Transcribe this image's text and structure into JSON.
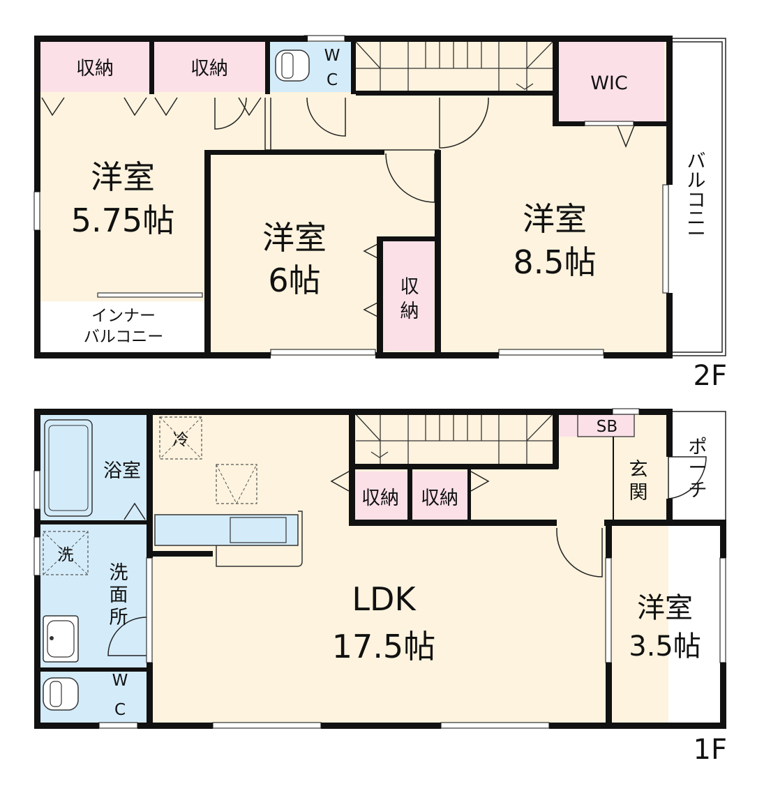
{
  "floor2": {
    "label": "2F",
    "rooms": {
      "storage_left": "収納",
      "storage_mid": "収納",
      "wc_w": "W",
      "wc_c": "C",
      "wic": "WIC",
      "room_575_name": "洋室",
      "room_575_size": "5.75帖",
      "room_6_name": "洋室",
      "room_6_size": "6帖",
      "room_85_name": "洋室",
      "room_85_size": "8.5帖",
      "storage_vert_1": "収",
      "storage_vert_2": "納",
      "inner_balcony_1": "インナー",
      "inner_balcony_2": "バルコニー",
      "balcony": [
        "バ",
        "ル",
        "コ",
        "ニ",
        "ー"
      ]
    }
  },
  "floor1": {
    "label": "1F",
    "rooms": {
      "bath": "浴室",
      "fridge": "冷",
      "washer": "洗",
      "washroom": [
        "洗",
        "面",
        "所"
      ],
      "wc_w": "W",
      "wc_c": "C",
      "ldk_name": "LDK",
      "ldk_size": "17.5帖",
      "storage_a": "収納",
      "storage_b": "収納",
      "sb": "SB",
      "entrance": [
        "玄",
        "関"
      ],
      "porch": [
        "ポ",
        "ー",
        "チ"
      ],
      "room_35_name": "洋室",
      "room_35_size": "3.5帖"
    }
  },
  "colors": {
    "room": "#fdf3de",
    "storage": "#fbe0e8",
    "water": "#d4ecfa",
    "wall": "#111111"
  }
}
